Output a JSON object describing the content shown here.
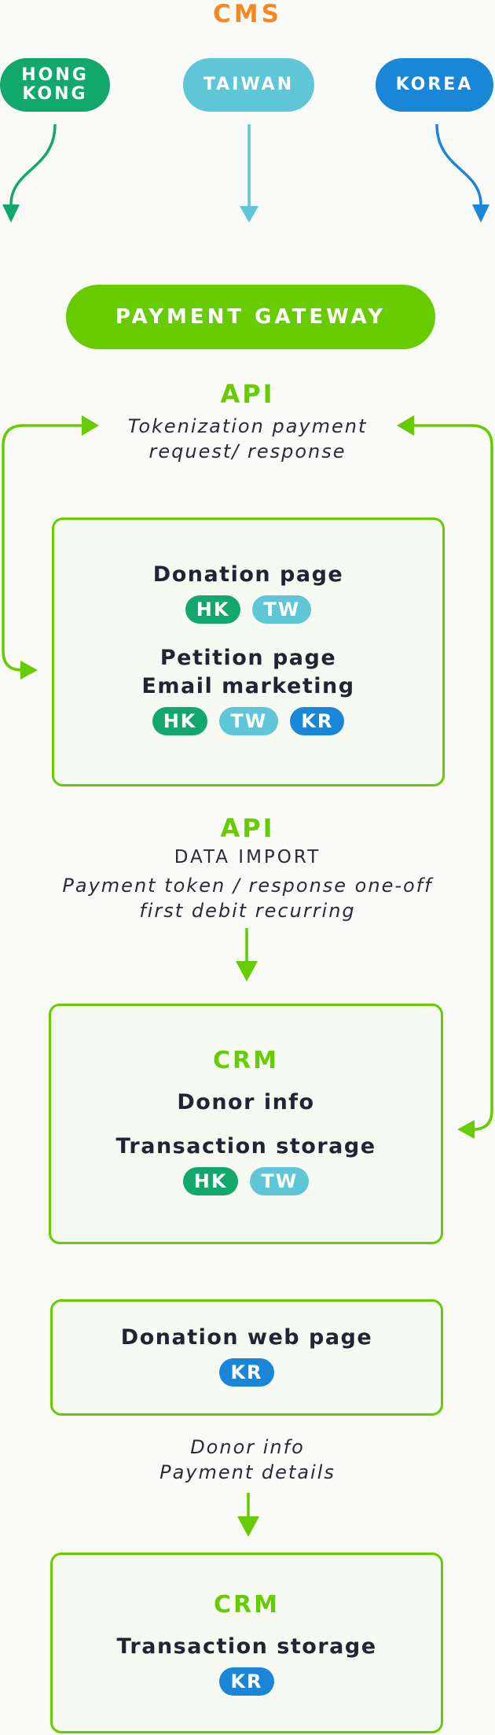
{
  "cms_title": "CMS",
  "regions": {
    "hong_kong": "HONG KONG",
    "taiwan": "TAIWAN",
    "korea": "KOREA"
  },
  "gateway_label": "PAYMENT GATEWAY",
  "api_1": {
    "title": "API",
    "line1": "Tokenization payment",
    "line2": "request/ response"
  },
  "box_pages": {
    "donation_page": "Donation page",
    "donation_badges": [
      "HK",
      "TW"
    ],
    "petition_page": "Petition page",
    "email_marketing": "Email marketing",
    "petition_badges": [
      "HK",
      "TW",
      "KR"
    ]
  },
  "api_2": {
    "title": "API",
    "subtitle": "DATA IMPORT",
    "line1": "Payment token / response one-off",
    "line2": "first debit recurring"
  },
  "crm_1": {
    "title": "CRM",
    "donor_info": "Donor info",
    "transaction_storage": "Transaction storage",
    "badges": [
      "HK",
      "TW"
    ]
  },
  "donation_web_page": {
    "title": "Donation web page",
    "badges": [
      "KR"
    ]
  },
  "donor_note": {
    "line1": "Donor info",
    "line2": "Payment details"
  },
  "crm_2": {
    "title": "CRM",
    "transaction_storage": "Transaction storage",
    "badges": [
      "KR"
    ]
  },
  "colors": {
    "cms_orange": "#f5871f",
    "green": "#66cc00",
    "hong_kong_green": "#12a86b",
    "taiwan_teal": "#5ec6d6",
    "korea_blue": "#1a86d8",
    "text_dark": "#232333"
  }
}
